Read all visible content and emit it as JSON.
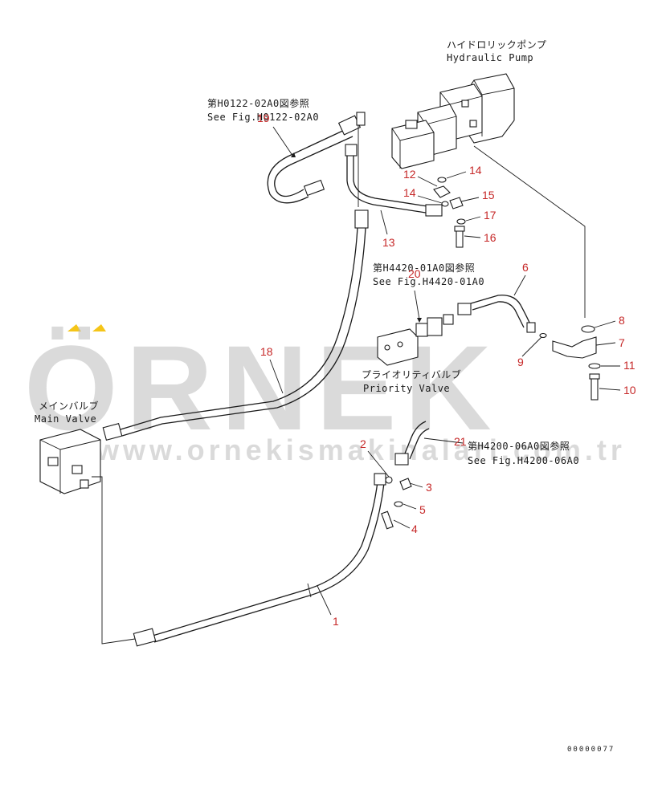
{
  "diagram": {
    "title_jp": "",
    "labels": {
      "hydraulic_pump_jp": "ハイドロリックポンプ",
      "hydraulic_pump_en": "Hydraulic Pump",
      "ref1_jp": "第H0122-02A0図参照",
      "ref1_en": "See Fig.H0122-02A0",
      "ref2_jp": "第H4420-01A0図参照",
      "ref2_en": "See Fig.H4420-01A0",
      "ref3_jp": "第H4200-06A0図参照",
      "ref3_en": "See Fig.H4200-06A0",
      "priority_valve_jp": "プライオリティバルブ",
      "priority_valve_en": "Priority Valve",
      "main_valve_jp": "メインバルブ",
      "main_valve_en": "Main Valve"
    },
    "part_numbers": {
      "p1": "1",
      "p2": "2",
      "p3": "3",
      "p4": "4",
      "p5": "5",
      "p6": "6",
      "p7": "7",
      "p8": "8",
      "p9": "9",
      "p10": "10",
      "p11": "11",
      "p12": "12",
      "p13": "13",
      "p14a": "14",
      "p14b": "14",
      "p15": "15",
      "p16": "16",
      "p17": "17",
      "p18": "18",
      "p19": "19",
      "p20": "20",
      "p21": "21"
    },
    "drawing_code": "00000077",
    "watermark": {
      "brand": "ÖRNEK",
      "url": "www.ornekismakinalari.com.tr",
      "color": "#bdbdbd",
      "accent": "#f5c518"
    },
    "colors": {
      "line": "#1a1a1a",
      "callout": "#c62828"
    }
  }
}
